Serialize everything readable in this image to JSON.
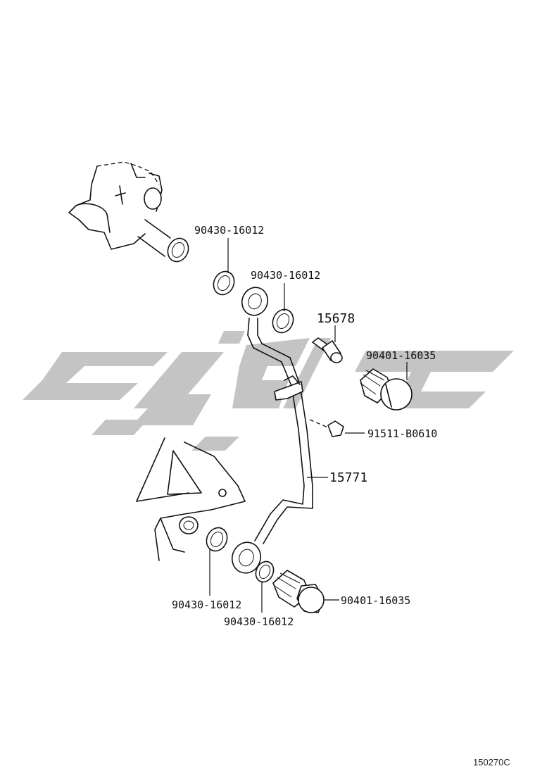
{
  "diagram": {
    "watermark_color": "#c4c4c4",
    "callouts": [
      {
        "id": "gasket-top-1",
        "text": "90430-16012"
      },
      {
        "id": "gasket-top-2",
        "text": "90430-16012"
      },
      {
        "id": "part-15678",
        "text": "15678"
      },
      {
        "id": "union-bolt-top",
        "text": "90401-16035"
      },
      {
        "id": "bolt-91511",
        "text": "91511-B0610"
      },
      {
        "id": "pipe-15771",
        "text": "15771"
      },
      {
        "id": "gasket-bottom-1",
        "text": "90430-16012"
      },
      {
        "id": "gasket-bottom-2",
        "text": "90430-16012"
      },
      {
        "id": "union-bolt-bottom",
        "text": "90401-16035"
      }
    ],
    "figure_code": "150270C"
  }
}
